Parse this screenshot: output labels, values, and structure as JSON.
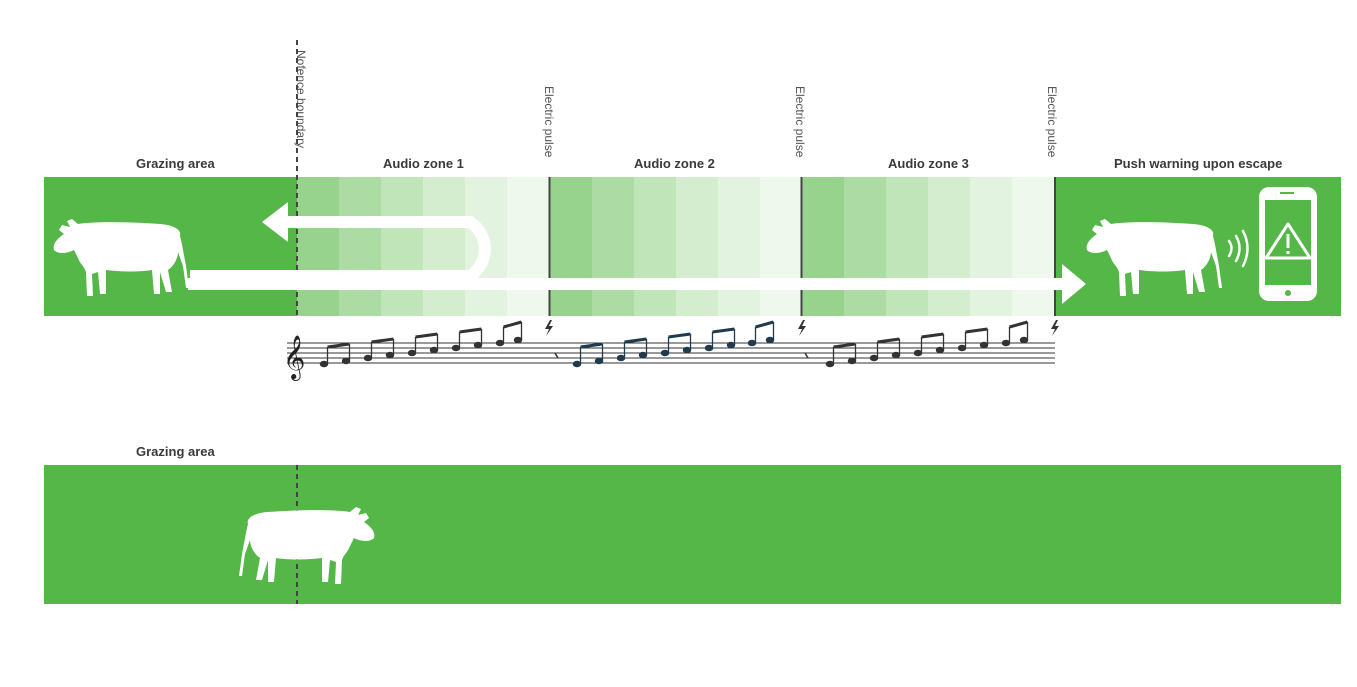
{
  "labels": {
    "grazing_area_top": "Grazing area",
    "audio_zone_1": "Audio zone 1",
    "audio_zone_2": "Audio zone 2",
    "audio_zone_3": "Audio zone 3",
    "push_warning": "Push warning upon escape",
    "nofence_boundary": "Nofence boundary",
    "electric_pulse_1": "Electric pulse",
    "electric_pulse_2": "Electric pulse",
    "electric_pulse_3": "Electric pulse",
    "grazing_area_bottom": "Grazing area"
  },
  "icons": {
    "cow": "cow-silhouette",
    "phone": "smartphone-icon",
    "warning": "warning-triangle-icon",
    "sound": "sound-waves-icon",
    "treble_clef": "treble-clef-icon",
    "lightning": "lightning-bolt-icon"
  },
  "colors": {
    "grass_green": "#55b748",
    "zone_shades": [
      "#98d38e",
      "#acdca3",
      "#c0e5b9",
      "#d3edce",
      "#e2f3df",
      "#eef8ec"
    ],
    "boundary_line": "#444444",
    "note_color_zone2": "#1f3b4d"
  }
}
